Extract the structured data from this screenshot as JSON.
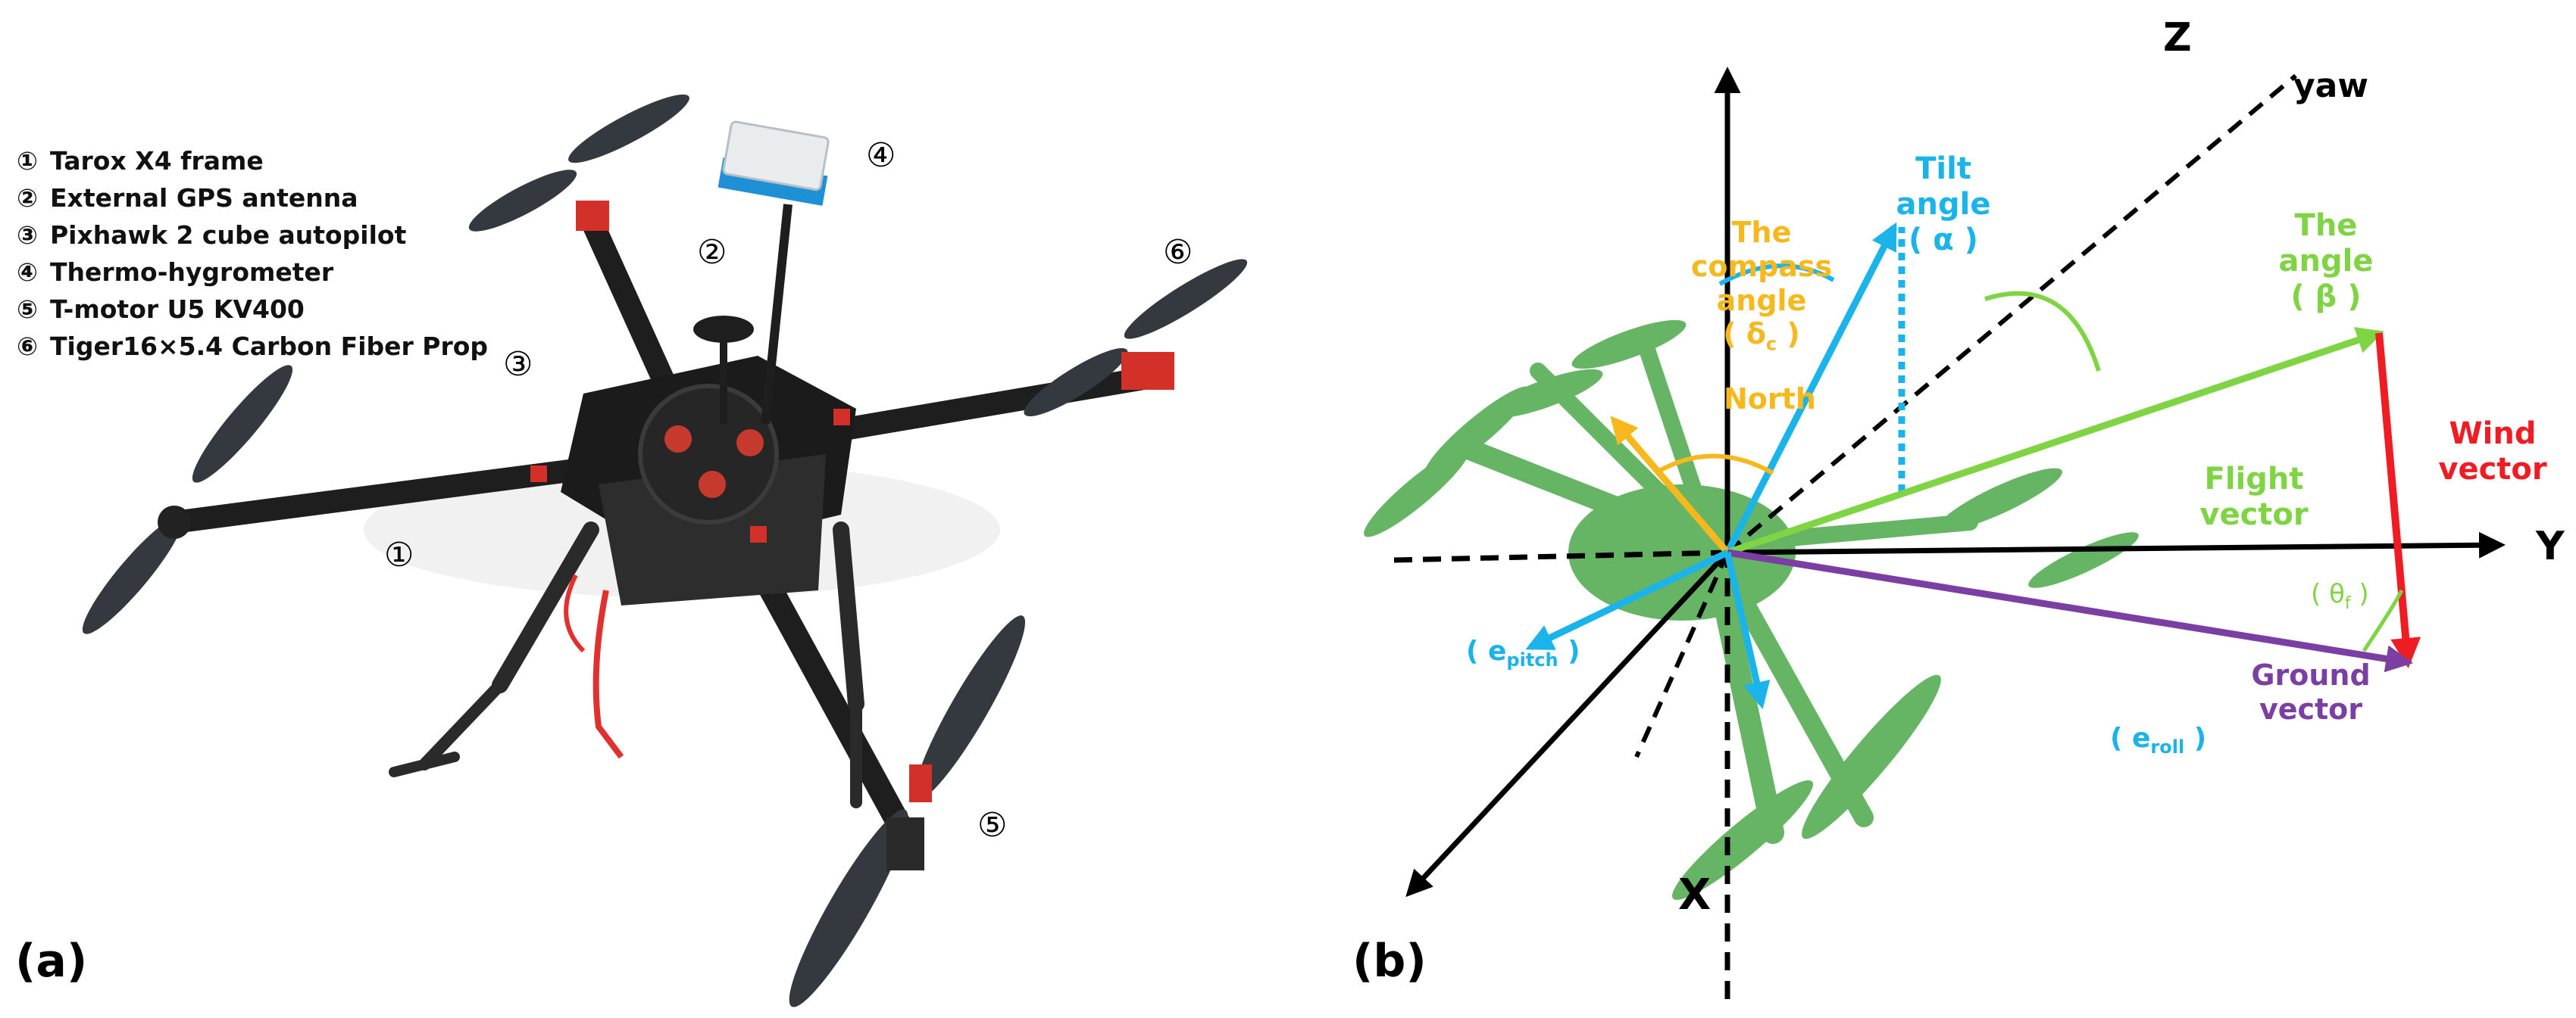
{
  "colors": {
    "tilt": "#1ab3ea",
    "compass": "#f7b81d",
    "angle": "#7ed442",
    "wind": "#ef1c24",
    "ground": "#7b3fa3",
    "drone_ghost": "#4aa84a"
  },
  "panel_a": {
    "label": "(a)",
    "legend": [
      {
        "num": "①",
        "text": "Tarox X4 frame"
      },
      {
        "num": "②",
        "text": "External GPS antenna"
      },
      {
        "num": "③",
        "text": "Pixhawk 2 cube autopilot"
      },
      {
        "num": "④",
        "text": "Thermo-hygrometer"
      },
      {
        "num": "⑤",
        "text": "T-motor U5 KV400"
      },
      {
        "num": "⑥",
        "text": "Tiger16×5.4 Carbon Fiber Prop"
      }
    ],
    "callouts": [
      "①",
      "②",
      "③",
      "④",
      "⑤",
      "⑥"
    ]
  },
  "panel_b": {
    "label": "(b)",
    "axes": {
      "z": "Z",
      "y": "Y",
      "x": "X",
      "yaw": "yaw"
    },
    "labels": {
      "tilt_line1": "Tilt",
      "tilt_line2": "angle",
      "tilt_symbol": "( α )",
      "compass_line1": "The",
      "compass_line2": "compass",
      "compass_line3": "angle",
      "compass_symbol": "( δ",
      "compass_sub": "c",
      "compass_close": " )",
      "north": "North",
      "angle_line1": "The",
      "angle_line2": "angle",
      "angle_symbol": "( β )",
      "wind_line1": "Wind",
      "wind_line2": "vector",
      "flight_line1": "Flight",
      "flight_line2": "vector",
      "theta": "( θ",
      "theta_sub": "f",
      "theta_close": " )",
      "ground_line1": "Ground",
      "ground_line2": "vector",
      "pitch_open": "( e",
      "pitch_sub": "pitch",
      "pitch_close": " )",
      "roll_open": "( e",
      "roll_sub": "roll",
      "roll_close": " )"
    }
  }
}
